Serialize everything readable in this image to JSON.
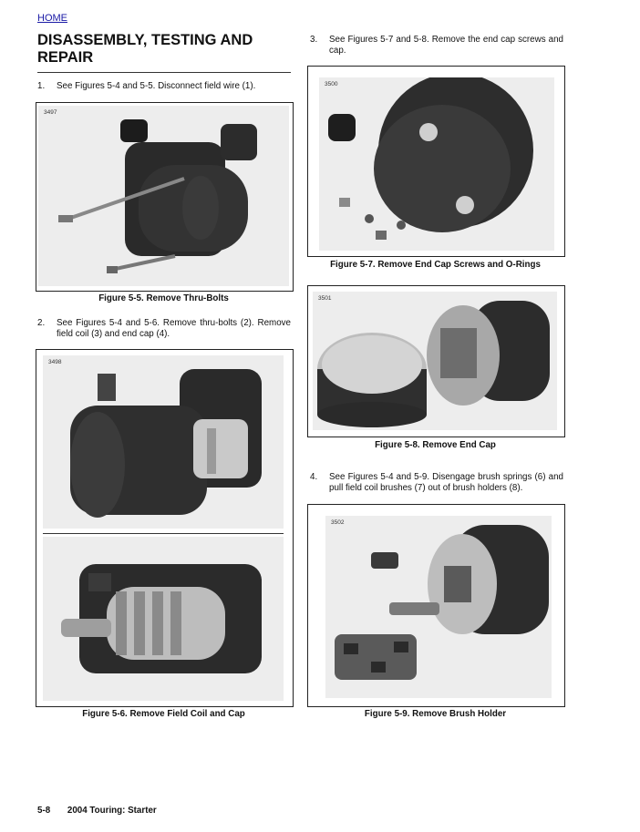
{
  "nav": {
    "home_link": "HOME"
  },
  "section": {
    "title": "DISASSEMBLY, TESTING AND REPAIR"
  },
  "steps": [
    {
      "num": "1.",
      "text": "See Figures 5-4 and 5-5. Disconnect field wire (1)."
    },
    {
      "num": "2.",
      "text": "See Figures 5-4 and 5-6. Remove thru-bolts (2). Remove field coil (3) and end cap (4)."
    },
    {
      "num": "3.",
      "text": "See Figures 5-7 and 5-8. Remove the end cap screws and cap."
    },
    {
      "num": "4.",
      "text": "See Figures 5-4 and 5-9. Disengage brush springs (6) and pull field coil brushes (7) out of brush holders (8)."
    }
  ],
  "figures": [
    {
      "code": "3497",
      "caption": "Figure 5-5.  Remove Thru-Bolts"
    },
    {
      "code": "3498",
      "caption": "Figure 5-6.  Remove Field Coil and Cap"
    },
    {
      "code": "3500",
      "caption": "Figure 5-7.  Remove End Cap Screws and O-Rings"
    },
    {
      "code": "3501",
      "caption": "Figure 5-8.  Remove End Cap"
    },
    {
      "code": "3502",
      "caption": "Figure 5-9.  Remove Brush Holder"
    }
  ],
  "footer": {
    "page_number": "5-8",
    "manual_title": "2004 Touring: Starter"
  }
}
